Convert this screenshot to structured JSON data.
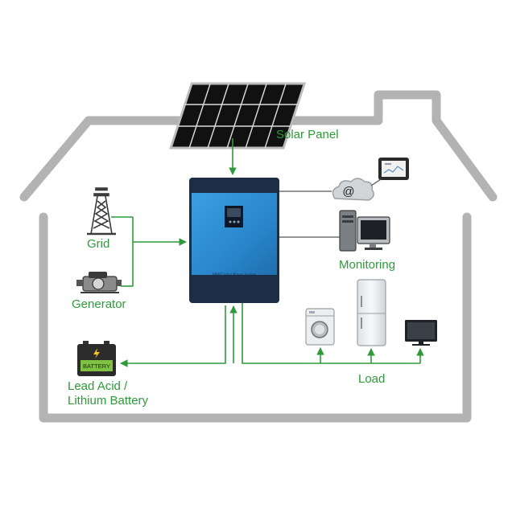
{
  "labels": {
    "solar_panel": "Solar Panel",
    "grid": "Grid",
    "generator": "Generator",
    "monitoring": "Monitoring",
    "load": "Load",
    "battery_line1": "Lead Acid /",
    "battery_line2": "Lithium Battery"
  },
  "inverter": {
    "front_text": "MPPT Solar Power System"
  },
  "battery_case_text": "BATTERY",
  "cloud_symbol": "@",
  "colors": {
    "house_outline": "#b3b3b3",
    "arrow_green": "#2e9a3a",
    "label_green": "#2e9a3a",
    "inverter_blue": "#2f8fd3",
    "inverter_dark": "#1c2d45",
    "wire_gray": "#555555"
  },
  "icons": {
    "solar": "solar-panel-icon",
    "grid": "power-tower-icon",
    "generator": "generator-icon",
    "inverter": "inverter-icon",
    "cloud": "cloud-internet-icon",
    "tablet": "tablet-icon",
    "computer": "desktop-computer-icon",
    "washer": "washing-machine-icon",
    "fridge": "refrigerator-icon",
    "tv": "television-icon",
    "battery": "battery-icon"
  }
}
